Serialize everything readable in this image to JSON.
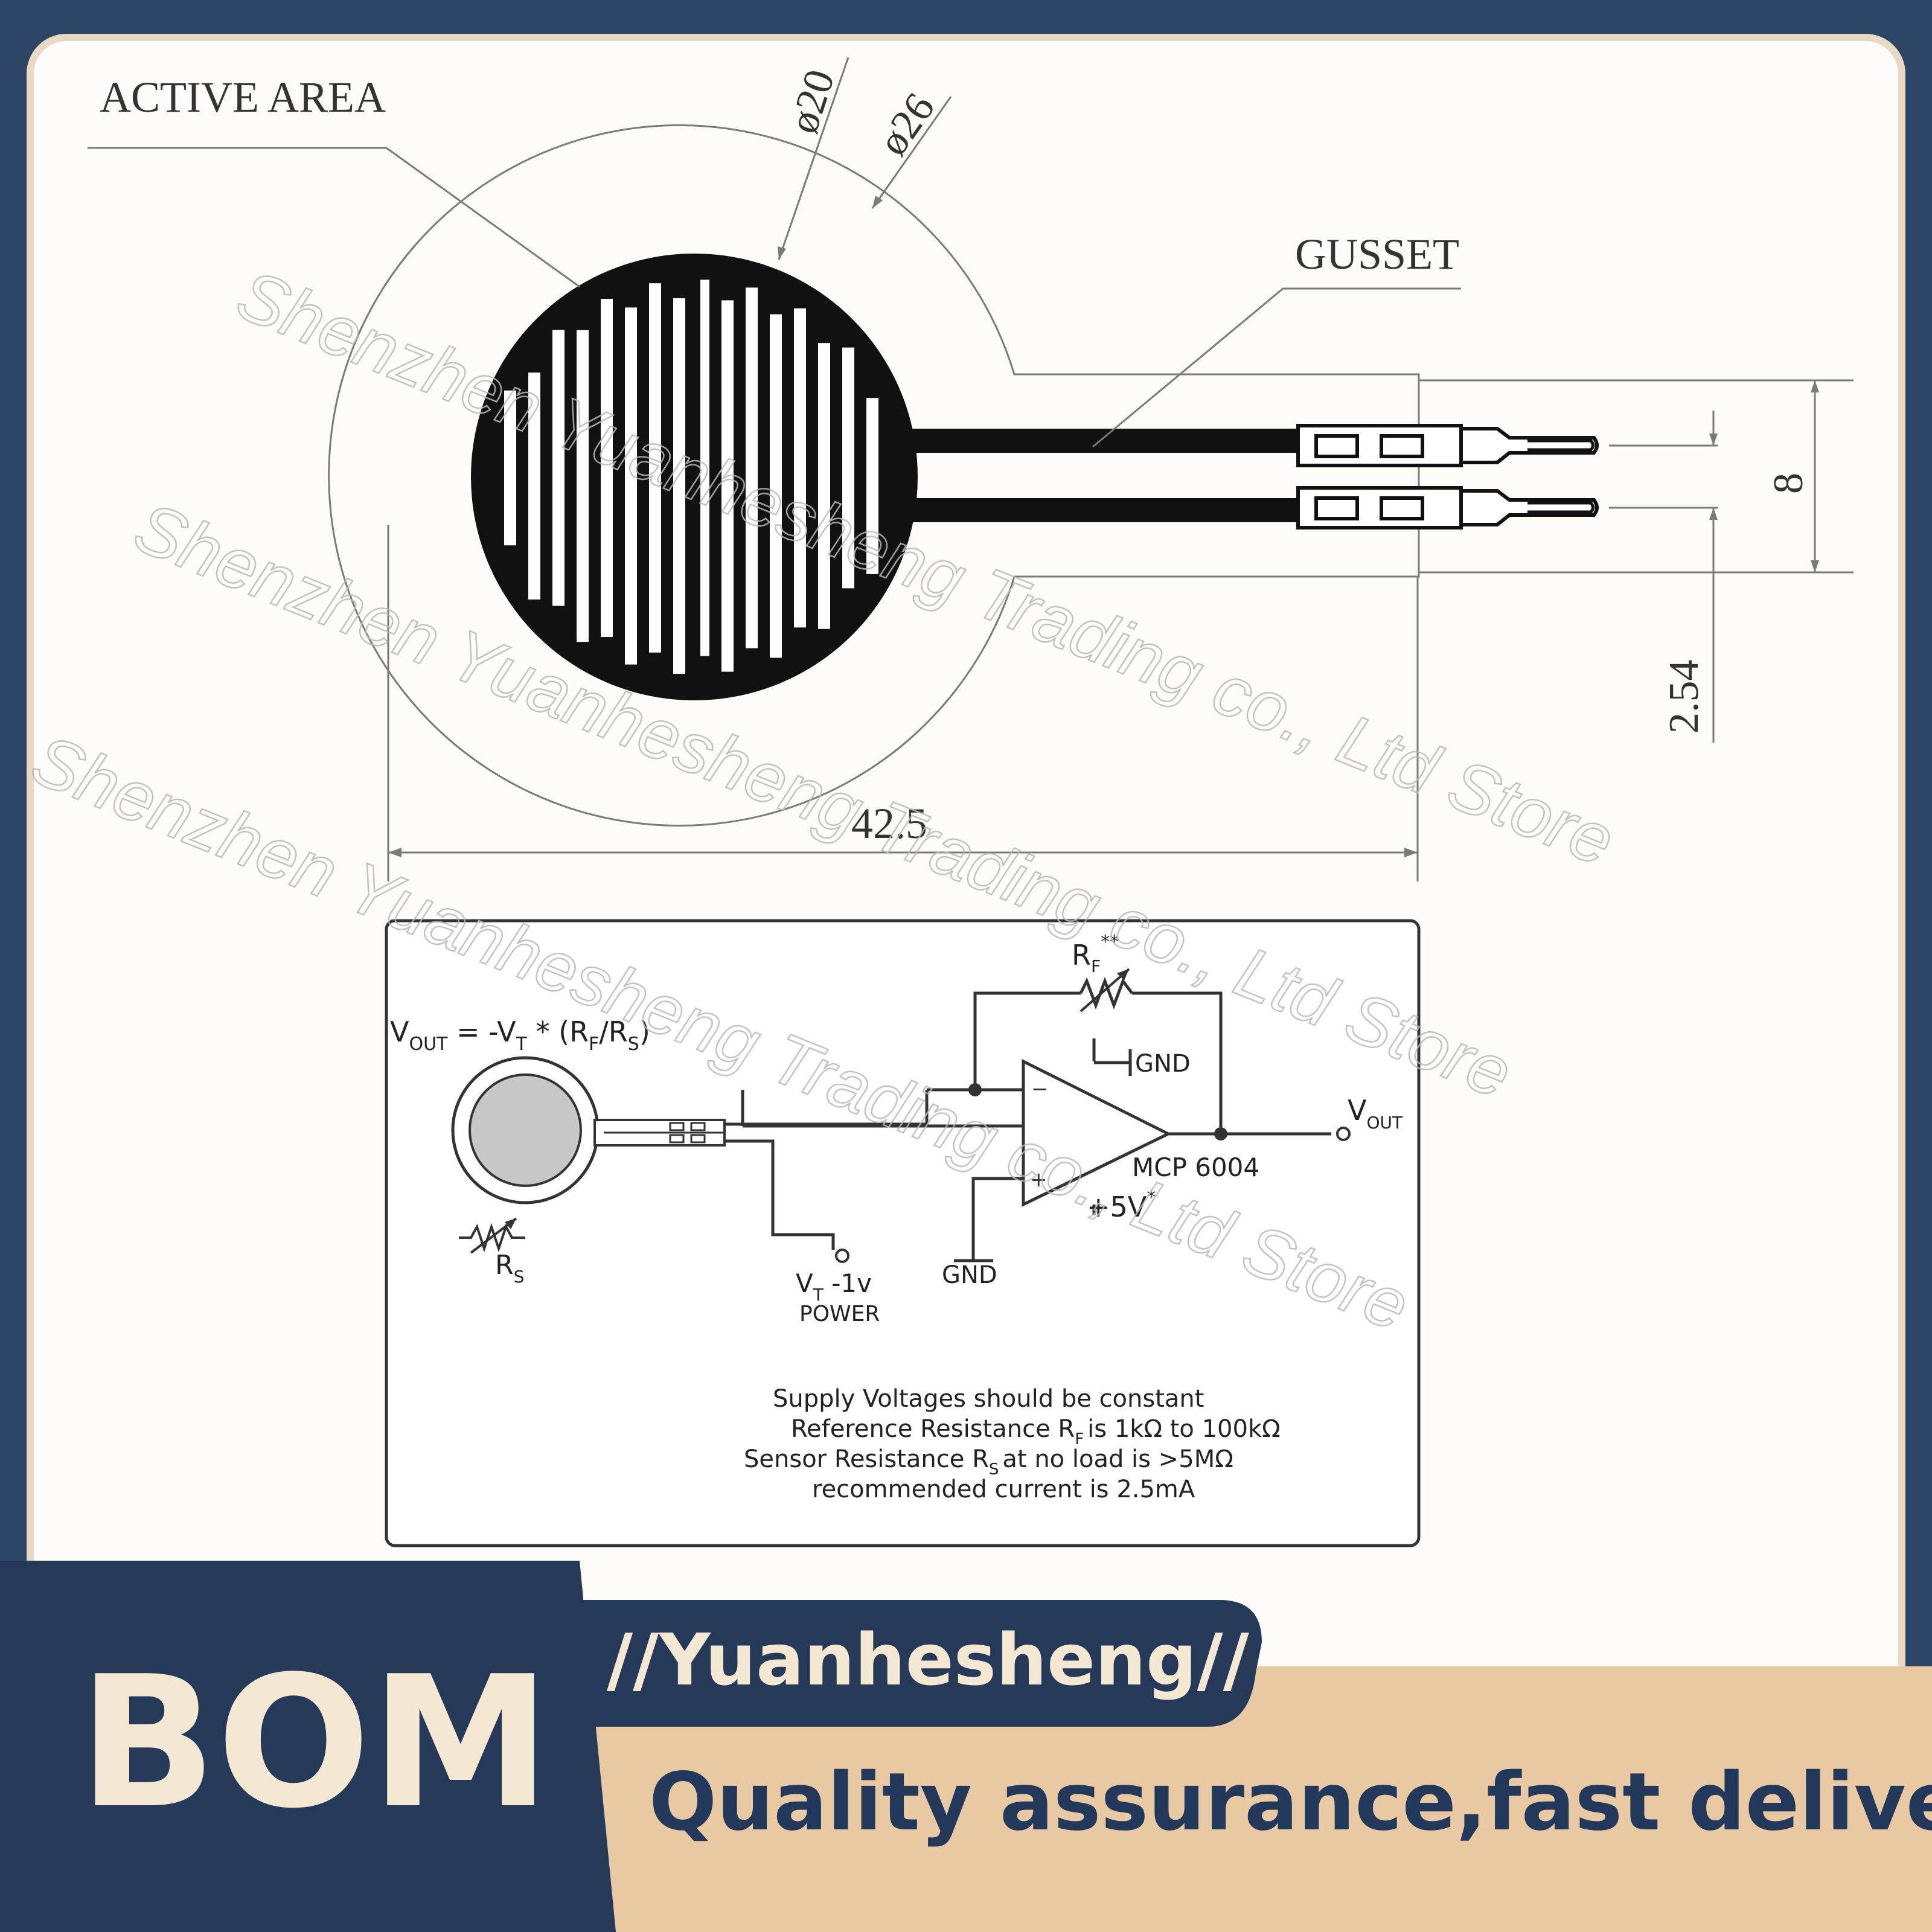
{
  "colors": {
    "frame": "#2d4565",
    "paper": "#fdfcf8",
    "paper_edge": "#e7d9c2",
    "ink": "#111111",
    "thin_line": "#7a7a7a",
    "sensor_fill": "#c7c7c7",
    "watermark": "#b9b9b9",
    "banner_dark": "#243a58",
    "banner_tan": "#e9c9a2",
    "banner_text_light": "#f5e8d2",
    "banner_text_dark": "#23395b"
  },
  "drawing": {
    "active_area_label": "ACTIVE AREA",
    "gusset_label": "GUSSET",
    "dim_outer_diameter": "ø26",
    "dim_active_diameter": "ø20",
    "dim_total_length": "42.5",
    "dim_lead_span": "8",
    "dim_pin_pitch": "2.54"
  },
  "circuit": {
    "formula": {
      "v": "V",
      "out": "OUT",
      "eq": " = -V",
      "t": "T",
      "mul": " * (R",
      "f": "F",
      "slash": "/R",
      "s": "S",
      "close": ")"
    },
    "rf": {
      "r": "R",
      "sub": "F",
      "sup": "**"
    },
    "rs": {
      "r": "R",
      "sub": "S"
    },
    "gnd_top": "GND",
    "gnd_bottom": "GND",
    "minus": "−",
    "plus": "+",
    "chip": "MCP 6004",
    "supply": {
      "main": "+5V",
      "sup": "*"
    },
    "vout": {
      "v": "V",
      "sub": "OUT"
    },
    "vt": {
      "v": "V",
      "sub": "T",
      "rest": " -1v"
    },
    "power": "POWER",
    "notes": {
      "line1": "Supply Voltages should be constant",
      "line2": "Reference Resistance R",
      "line2_sub": "F",
      "line2_rest": "is 1kΩ to 100kΩ",
      "line3": "Sensor Resistance R",
      "line3_sub": "S",
      "line3_rest": "at no load is >5MΩ",
      "line4": "recommended current is 2.5mA"
    }
  },
  "watermark": {
    "line1": "Shenzhen Yuanhesheng Trading co., Ltd Store",
    "line2": "Shenzhen Yuanhesheng Trading co., Ltd Store",
    "line3": "Shenzhen Yuanhesheng Trading co., Ltd Store"
  },
  "banner": {
    "bom": "BOM",
    "brand": "//Yuanhesheng//",
    "tagline": "Quality assurance,fast delivery."
  }
}
